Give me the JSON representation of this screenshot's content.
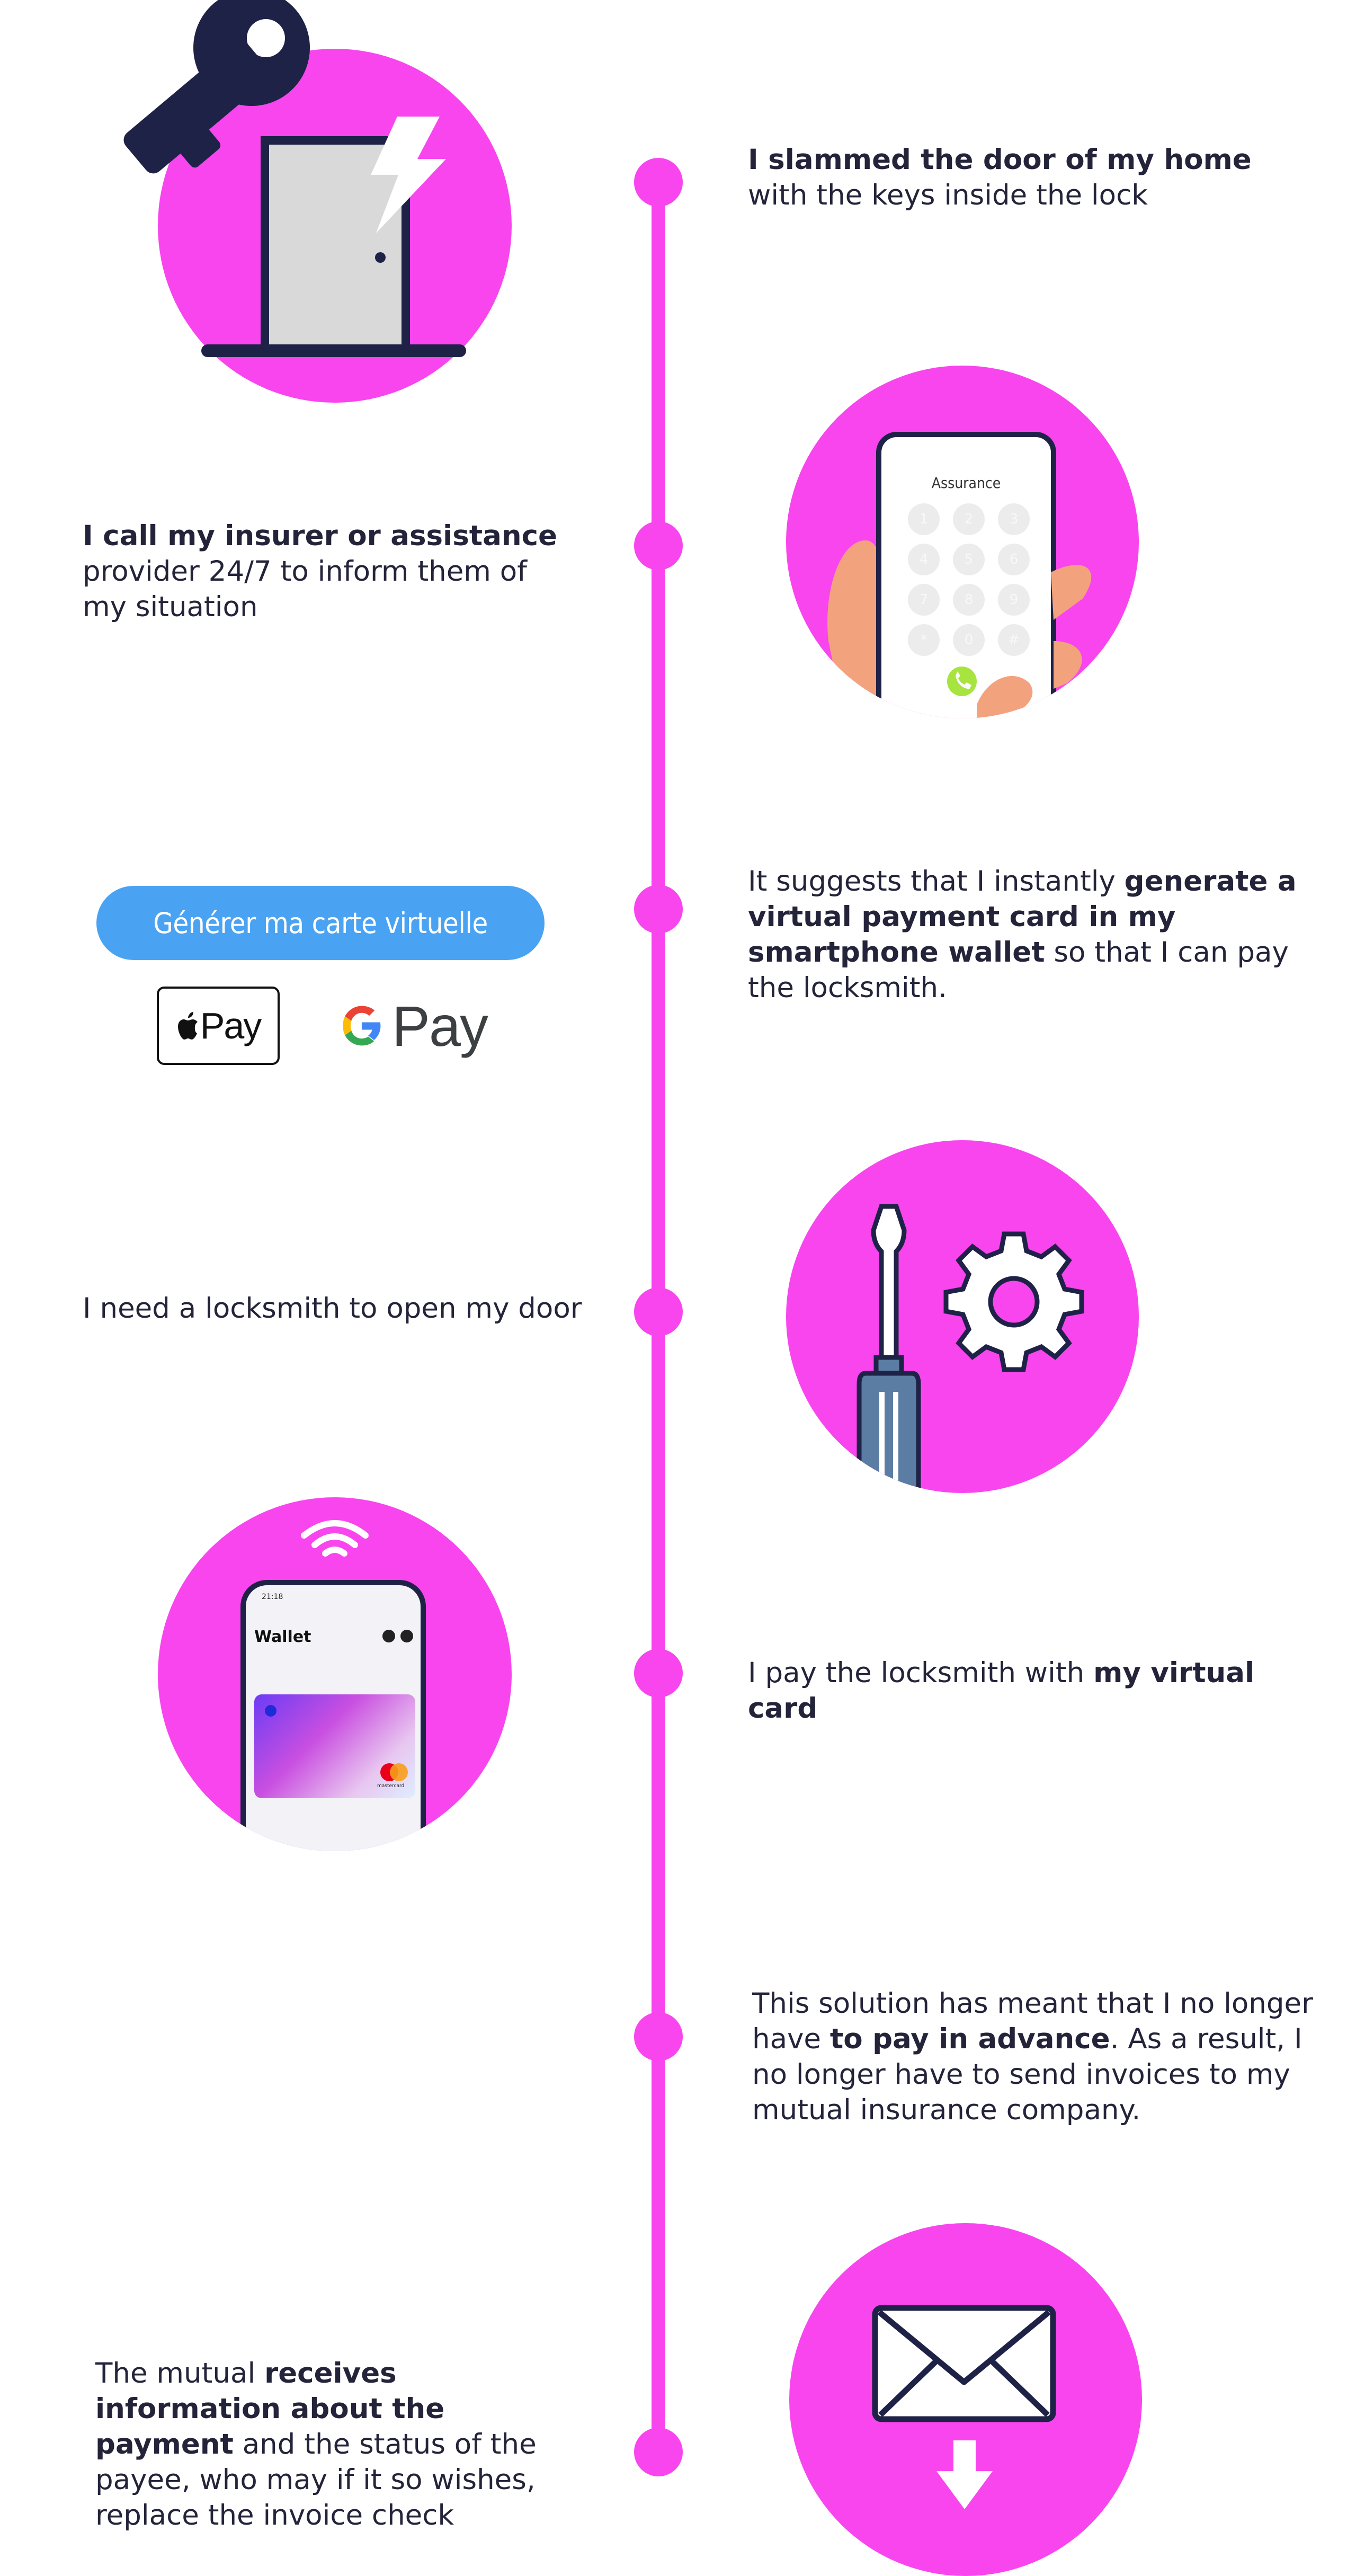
{
  "steps": [
    {
      "bold": "I slammed the door of my home",
      "rest": " with the keys inside the lock"
    },
    {
      "bold": "I call my insurer or assistance",
      "rest": " provider 24/7 to inform them of my situation"
    },
    {
      "pre": "It suggests that I instantly ",
      "bold": "generate a virtual payment card in my smartphone wallet",
      "rest": " so that I can pay the locksmith."
    },
    {
      "rest": "I need a locksmith to open my door"
    },
    {
      "pre": "I pay the locksmith with ",
      "bold": "my virtual card"
    },
    {
      "pre": "This solution has meant that I no longer have ",
      "bold": "to pay in advance",
      "rest": ". As a result, I no longer have to send invoices to my mutual insurance company."
    },
    {
      "pre": "The mutual ",
      "bold": "receives information about the payment",
      "rest": " and the status of the payee, who may if it so wishes, replace the invoice check"
    }
  ],
  "cta": {
    "label": "Générer ma carte virtuelle"
  },
  "payments": {
    "apple_pay": "Pay",
    "google_pay": "Pay"
  },
  "dialer": {
    "title": "Assurance",
    "keys": [
      "1",
      "2",
      "3",
      "4",
      "5",
      "6",
      "7",
      "8",
      "9",
      "*",
      "0",
      "#"
    ]
  },
  "wallet": {
    "time": "21:18",
    "title": "Wallet",
    "card_brand": "mastercard"
  },
  "icons": [
    "key-icon",
    "door-icon",
    "lightning-icon",
    "phone-dialer-icon",
    "screwdriver-icon",
    "gear-icon",
    "wifi-icon",
    "wallet-phone-icon",
    "envelope-icon",
    "arrow-down-icon"
  ],
  "colors": {
    "accent": "#f845ee",
    "navy": "#1f2247",
    "button_blue": "#4aa3f2",
    "skin": "#f3a27e",
    "call_green": "#a7e43f"
  }
}
